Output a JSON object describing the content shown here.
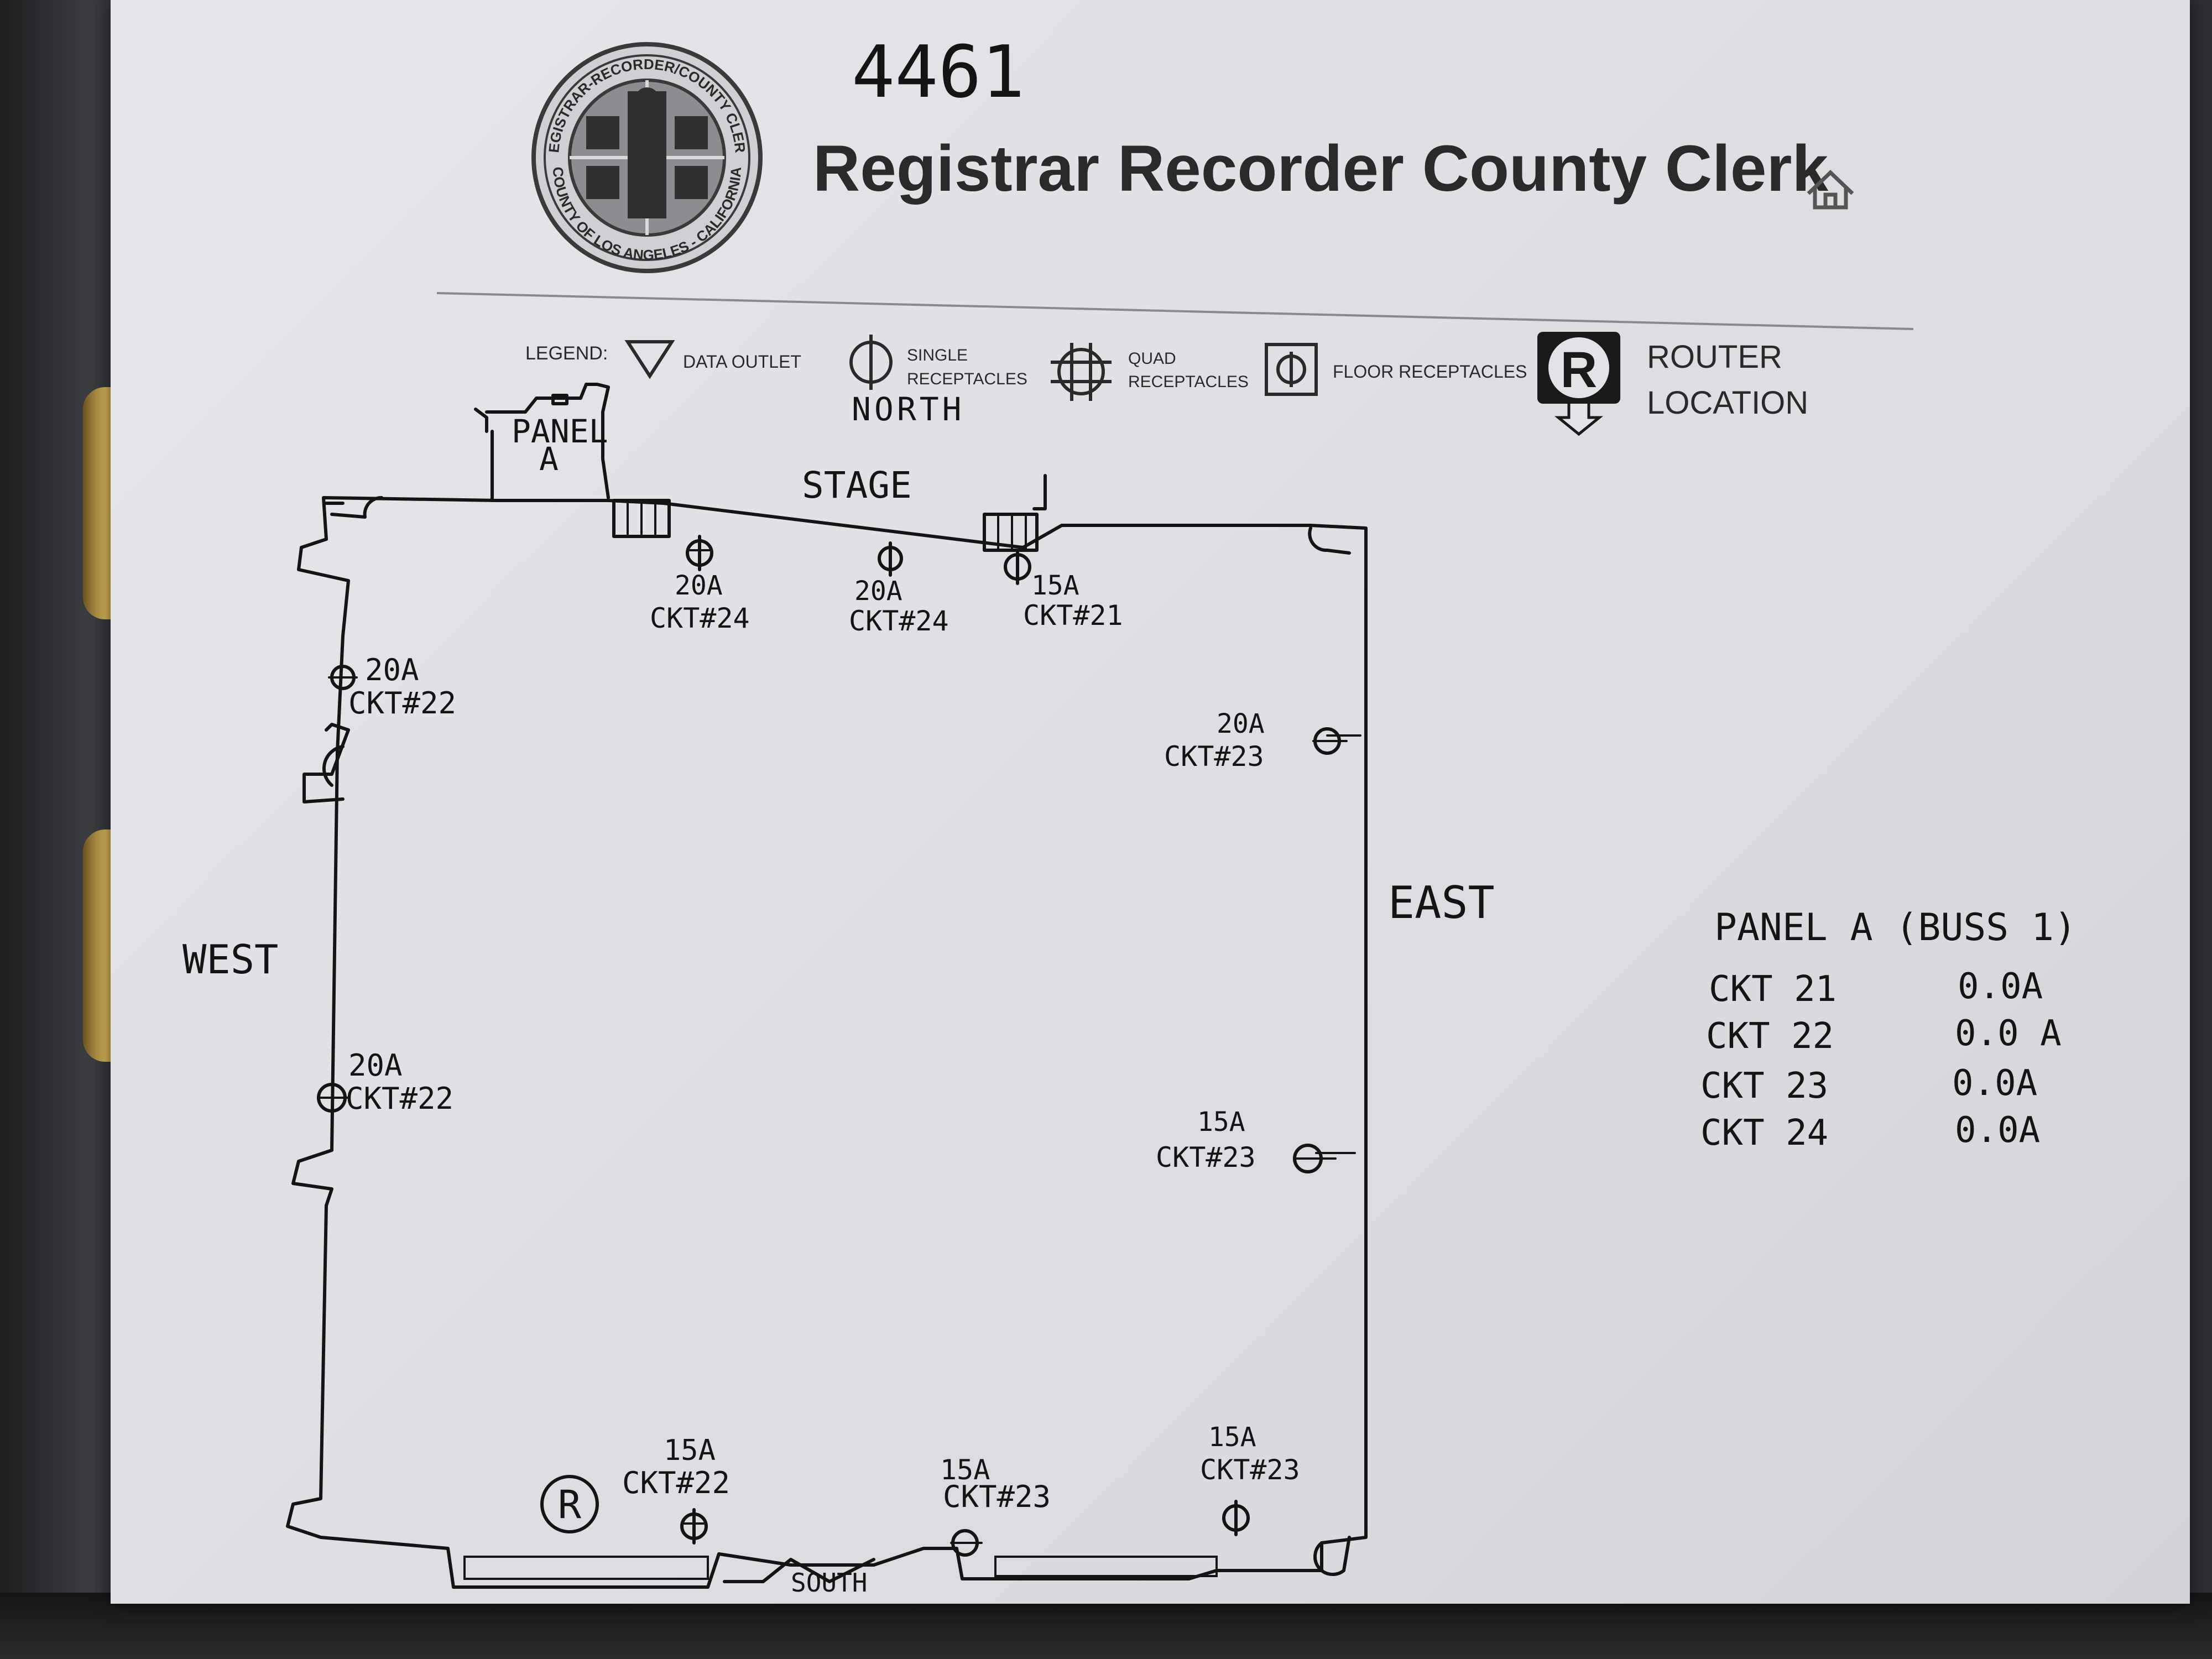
{
  "header": {
    "page_number": "4461",
    "title": "Registrar Recorder County Clerk",
    "seal": {
      "label": "county-seal",
      "ring_text_top": "REGISTRAR-RECORDER/COUNTY CLERK",
      "ring_text_bottom": "COUNTY OF LOS ANGELES - CALIFORNIA"
    },
    "home_icon": "home-icon"
  },
  "legend": {
    "label": "LEGEND:",
    "items": [
      {
        "icon": "data-outlet-icon",
        "label": "DATA OUTLET"
      },
      {
        "icon": "single-receptacle-icon",
        "label_line1": "SINGLE",
        "label_line2": "RECEPTACLES"
      },
      {
        "icon": "quad-receptacle-icon",
        "label_line1": "QUAD",
        "label_line2": "RECEPTACLES"
      },
      {
        "icon": "floor-receptacle-icon",
        "label": "FLOOR RECEPTACLES"
      },
      {
        "icon": "router-location-icon",
        "label_line1": "ROUTER",
        "label_line2": "LOCATION"
      }
    ]
  },
  "floorplan": {
    "north": "NORTH",
    "stage": "STAGE",
    "south": "SOUTH",
    "east": "EAST",
    "west": "WEST",
    "panel_line1": "PANEL",
    "panel_line2": "A",
    "router_mark": "R",
    "outlets": [
      {
        "amp": "20A",
        "ckt": "CKT#24"
      },
      {
        "amp": "20A",
        "ckt": "CKT#24"
      },
      {
        "amp": "15A",
        "ckt": "CKT#21"
      },
      {
        "amp": "20A",
        "ckt": "CKT#22"
      },
      {
        "amp": "20A",
        "ckt": "CKT#23"
      },
      {
        "amp": "20A",
        "ckt": "CKT#22"
      },
      {
        "amp": "15A",
        "ckt": "CKT#23"
      },
      {
        "amp": "15A",
        "ckt": "CKT#22"
      },
      {
        "amp": "15A",
        "ckt": "CKT#23"
      },
      {
        "amp": "15A",
        "ckt": "CKT#23"
      }
    ]
  },
  "panel_table": {
    "title": "PANEL A (BUSS 1)",
    "rows": [
      {
        "ckt": "CKT 21",
        "amps": "0.0A"
      },
      {
        "ckt": "CKT 22",
        "amps": "0.0 A"
      },
      {
        "ckt": "CKT 23",
        "amps": "0.0A"
      },
      {
        "ckt": "CKT 24",
        "amps": "0.0A"
      }
    ]
  }
}
